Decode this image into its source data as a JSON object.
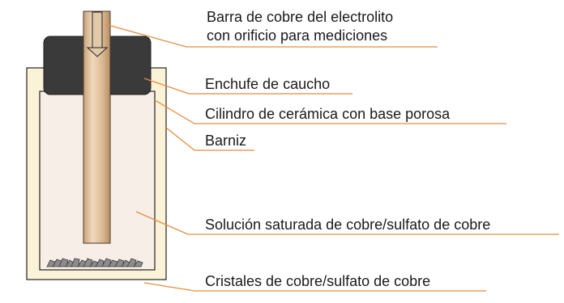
{
  "labels": {
    "rod_line1": "Barra de cobre del electrolito",
    "rod_line2": "con orificio para mediciones",
    "plug": "Enchufe de caucho",
    "cylinder": "Cilindro de cerámica con base porosa",
    "varnish": "Barniz",
    "solution": "Solución saturada de cobre/sulfato de cobre",
    "crystals": "Cristales de cobre/sulfato de cobre"
  },
  "colors": {
    "outer_varnish": "#FBF3D8",
    "inner_ceramic": "#F7EEE8",
    "rubber_plug": "#3A3A3A",
    "copper_rod": "#DBB993",
    "leader_line": "#E88C3C",
    "crystals": "#8C8C8C"
  }
}
